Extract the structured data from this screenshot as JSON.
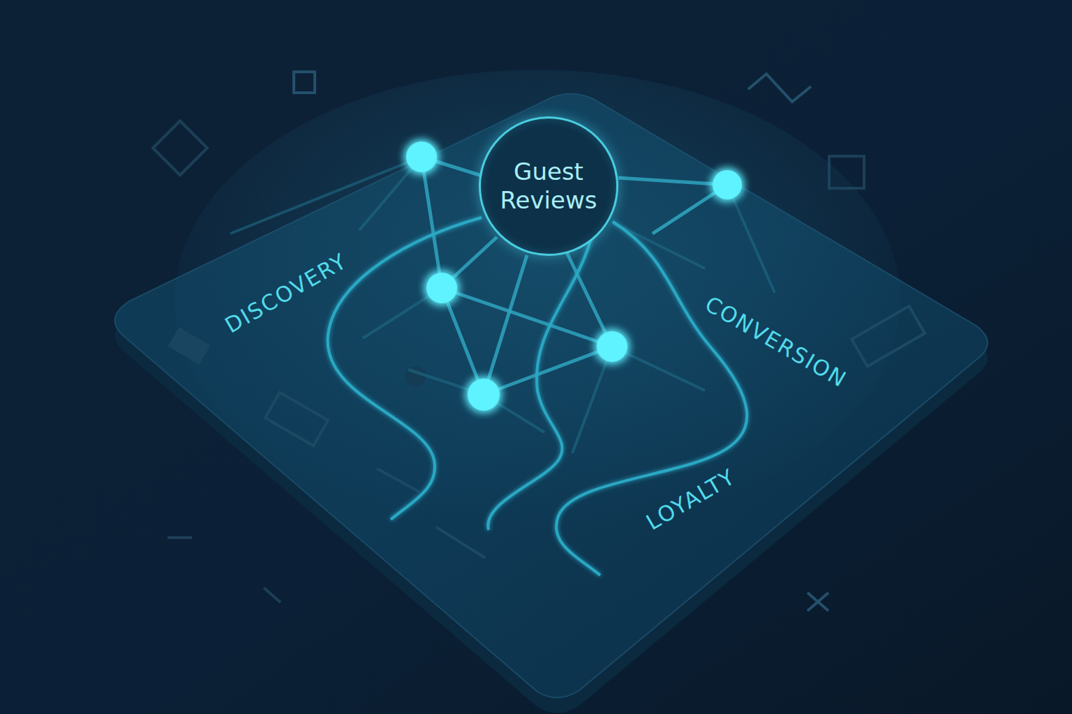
{
  "diagram": {
    "nodes": [
      {
        "text": [
          "Guest Reviews"
        ]
      }
    ],
    "labels": [
      "DISCOVERY",
      "CONVERSION",
      "LOYALTY"
    ]
  }
}
